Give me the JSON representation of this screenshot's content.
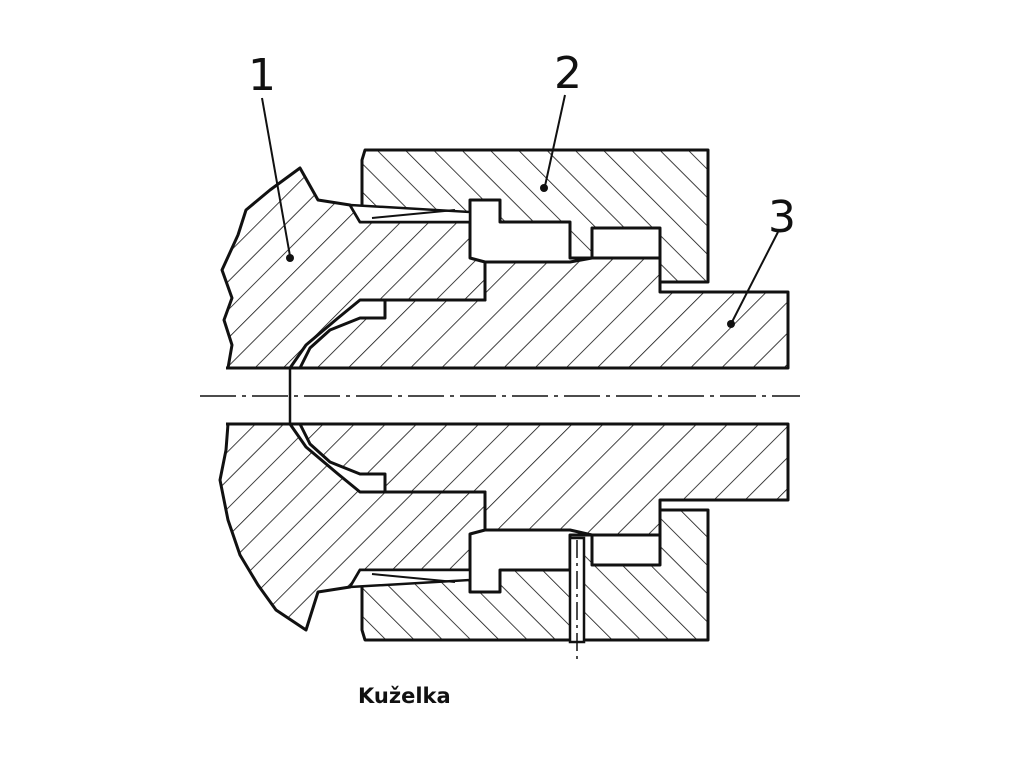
{
  "labels": {
    "part1": "1",
    "part2": "2",
    "part3": "3"
  },
  "caption": "Kuželka",
  "colors": {
    "ink": "#111111",
    "paper": "#ffffff"
  }
}
